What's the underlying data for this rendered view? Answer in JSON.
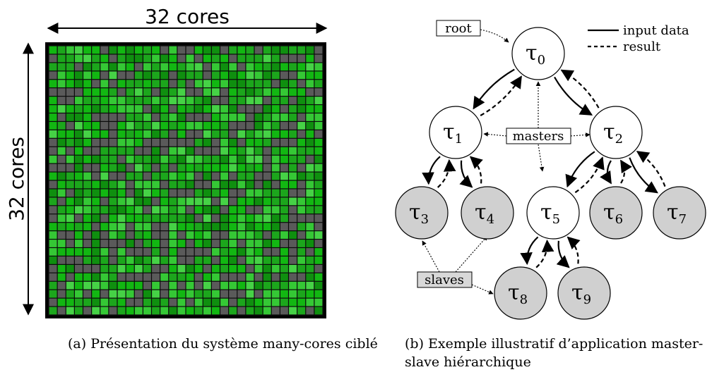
{
  "left_panel": {
    "width_label": "32 cores",
    "height_label": "32 cores",
    "grid": {
      "rows": 32,
      "cols": 32,
      "colors": [
        "#1ca61c",
        "#35c835",
        "#5a5a5a",
        "#12b712",
        "#0f8f0f",
        "#46d246"
      ]
    },
    "caption": "(a) Présentation du système many-cores ciblé"
  },
  "right_panel": {
    "legend": {
      "input_label": "input data",
      "result_label": "result"
    },
    "callouts": {
      "root": "root",
      "masters": "masters",
      "slaves": "slaves"
    },
    "nodes": [
      {
        "id": "t0",
        "symbol": "τ",
        "sub": "0",
        "role": "master"
      },
      {
        "id": "t1",
        "symbol": "τ",
        "sub": "1",
        "role": "master"
      },
      {
        "id": "t2",
        "symbol": "τ",
        "sub": "2",
        "role": "master"
      },
      {
        "id": "t3",
        "symbol": "τ",
        "sub": "3",
        "role": "slave"
      },
      {
        "id": "t4",
        "symbol": "τ",
        "sub": "4",
        "role": "slave"
      },
      {
        "id": "t5",
        "symbol": "τ",
        "sub": "5",
        "role": "master"
      },
      {
        "id": "t6",
        "symbol": "τ",
        "sub": "6",
        "role": "slave"
      },
      {
        "id": "t7",
        "symbol": "τ",
        "sub": "7",
        "role": "slave"
      },
      {
        "id": "t8",
        "symbol": "τ",
        "sub": "8",
        "role": "slave"
      },
      {
        "id": "t9",
        "symbol": "τ",
        "sub": "9",
        "role": "slave"
      }
    ],
    "edges": [
      {
        "from": "t0",
        "to": "t1"
      },
      {
        "from": "t0",
        "to": "t2"
      },
      {
        "from": "t1",
        "to": "t3"
      },
      {
        "from": "t1",
        "to": "t4"
      },
      {
        "from": "t2",
        "to": "t5"
      },
      {
        "from": "t2",
        "to": "t6"
      },
      {
        "from": "t2",
        "to": "t7"
      },
      {
        "from": "t5",
        "to": "t8"
      },
      {
        "from": "t5",
        "to": "t9"
      }
    ],
    "caption_line1": "(b) Exemple illustratif d’application master-",
    "caption_line2": "slave hiérarchique"
  },
  "colors": {
    "master_fill": "#ffffff",
    "slave_fill": "#d0d0d0",
    "grid_border": "#000000",
    "callout_slave_fill": "#d8d8d8"
  }
}
